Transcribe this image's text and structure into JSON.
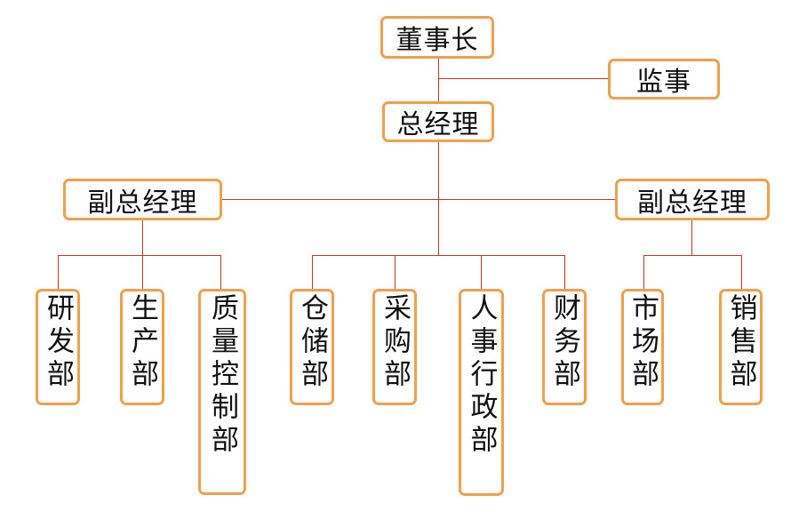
{
  "org": {
    "chairman": "董事长",
    "supervisor": "监事",
    "general_manager": "总经理",
    "deputy_left": "副总经理",
    "deputy_right": "副总经理",
    "departments": {
      "rd": "研发部",
      "production": "生产部",
      "quality": "质量控制部",
      "warehouse": "仓储部",
      "purchasing": "采购部",
      "hr_admin": "人事行政部",
      "finance": "财务部",
      "market": "市场部",
      "sales": "销售部"
    }
  },
  "colors": {
    "box_border": "#f0a04b",
    "connector": "#c0392b",
    "text": "#111111"
  }
}
